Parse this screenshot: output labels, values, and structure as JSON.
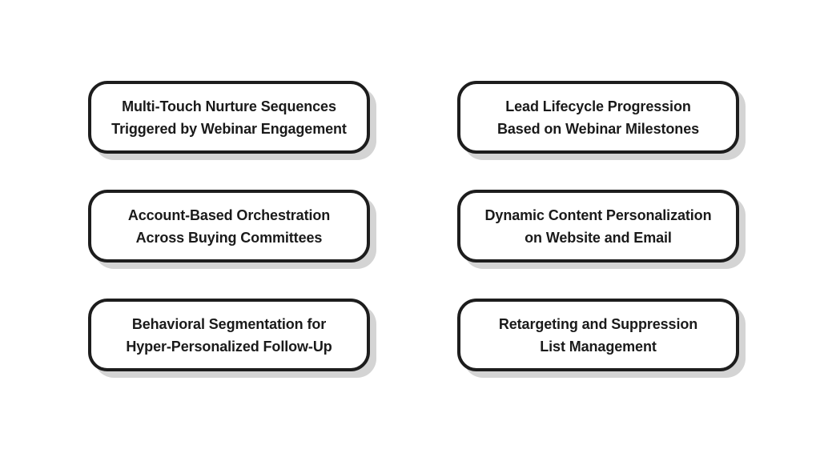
{
  "page": {
    "background_color": "#ffffff",
    "layout": "two-column-three-row-card-grid"
  },
  "style": {
    "card_fill": "#ffffff",
    "card_border_color": "#1d1d1d",
    "card_shadow_color": "#d4d4d4",
    "text_color": "#1a1a1a"
  },
  "cards": [
    {
      "id": "multi-touch-nurture-sequences",
      "line1": "Multi-Touch Nurture Sequences",
      "line2": "Triggered by Webinar Engagement",
      "text": "Multi-Touch Nurture Sequences\nTriggered by Webinar Engagement",
      "row": 1,
      "column": 1
    },
    {
      "id": "lead-lifecycle-progression",
      "line1": "Lead Lifecycle Progression",
      "line2": "Based on Webinar Milestones",
      "text": "Lead Lifecycle Progression\nBased on Webinar Milestones",
      "row": 1,
      "column": 2
    },
    {
      "id": "account-based-orchestration",
      "line1": "Account-Based Orchestration",
      "line2": "Across Buying Committees",
      "text": "Account-Based Orchestration\nAcross Buying Committees",
      "row": 2,
      "column": 1
    },
    {
      "id": "dynamic-content-personalization",
      "line1": "Dynamic Content Personalization",
      "line2": "on Website and Email",
      "text": "Dynamic Content Personalization\non Website and Email",
      "row": 2,
      "column": 2
    },
    {
      "id": "behavioral-segmentation",
      "line1": "Behavioral Segmentation for",
      "line2": "Hyper-Personalized Follow-Up",
      "text": "Behavioral Segmentation for\nHyper-Personalized Follow-Up",
      "row": 3,
      "column": 1
    },
    {
      "id": "retargeting-and-suppression",
      "line1": "Retargeting and Suppression",
      "line2": "List Management",
      "text": "Retargeting and Suppression\nList Management",
      "row": 3,
      "column": 2
    }
  ]
}
